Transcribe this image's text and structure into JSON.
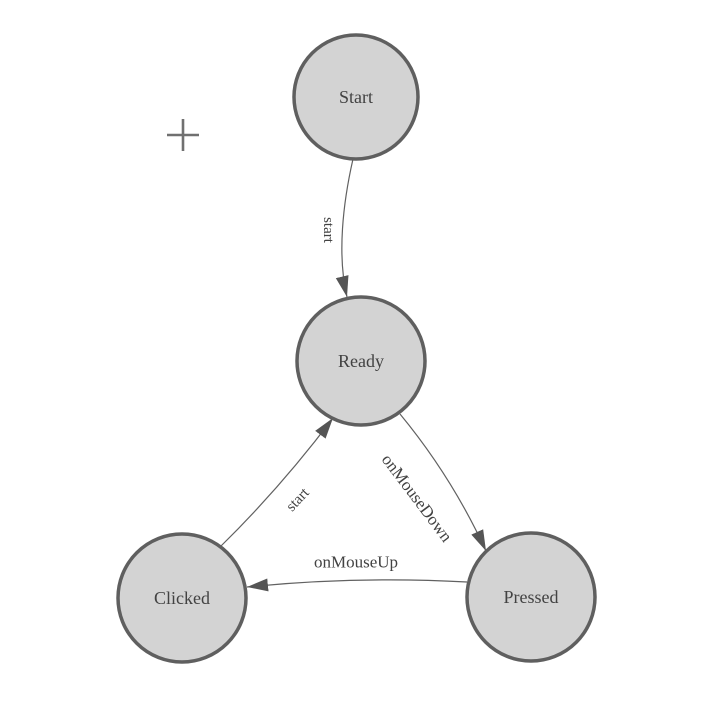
{
  "canvas": {
    "background": "#ffffff",
    "kind": "state-machine-diagram"
  },
  "colors": {
    "node_fill": "#d3d3d3",
    "node_stroke": "#5f5f5f",
    "edge_stroke": "#616161",
    "arrowhead": "#555555",
    "label_text": "#424242",
    "plus_icon": "#707070"
  },
  "nodes": {
    "start": {
      "label": "Start"
    },
    "ready": {
      "label": "Ready"
    },
    "clicked": {
      "label": "Clicked"
    },
    "pressed": {
      "label": "Pressed"
    }
  },
  "edges": {
    "start_to_ready": {
      "label": "start",
      "from": "Start",
      "to": "Ready"
    },
    "ready_to_pressed": {
      "label": "onMouseDown",
      "from": "Ready",
      "to": "Pressed"
    },
    "pressed_to_clicked": {
      "label": "onMouseUp",
      "from": "Pressed",
      "to": "Clicked"
    },
    "clicked_to_ready": {
      "label": "start",
      "from": "Clicked",
      "to": "Ready"
    }
  },
  "icons": {
    "plus": "plus-cursor"
  }
}
